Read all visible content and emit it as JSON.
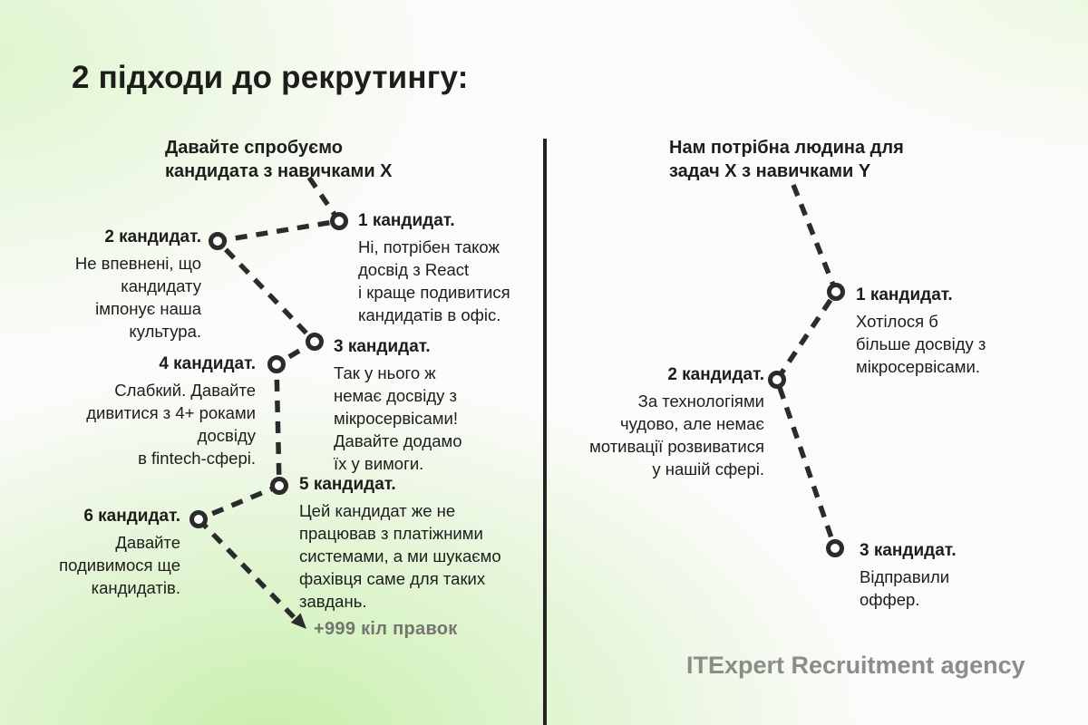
{
  "title": "2 підходи до рекрутингу:",
  "columns": {
    "left": {
      "heading": "Давайте спробуємо\nкандидата з навичками X",
      "steps": [
        {
          "label": "1 кандидат.",
          "text": "Ні, потрібен також\nдосвід з React\nі краще подивитися\nкандидатів в офіс."
        },
        {
          "label": "2 кандидат.",
          "text": "Не впевнені, що\nкандидату\nімпонує наша\nкультура."
        },
        {
          "label": "3 кандидат.",
          "text": "Так у нього ж\nнемає досвіду з\nмікросервісами!\nДавайте додамо\nїх у вимоги."
        },
        {
          "label": "4 кандидат.",
          "text": "Слабкий. Давайте\nдивитися з 4+ роками\nдосвіду\nв fintech-сфері."
        },
        {
          "label": "5 кандидат.",
          "text": "Цей кандидат же не\nпрацював з платіжними\nсистемами, а ми шукаємо\nфахівця саме для таких\nзавдань."
        },
        {
          "label": "6 кандидат.",
          "text": "Давайте\nподивимося ще\nкандидатів."
        }
      ],
      "outcome": "+999 кіл правок"
    },
    "right": {
      "heading": "Нам потрібна людина для\nзадач X з навичками Y",
      "steps": [
        {
          "label": "1 кандидат.",
          "text": "Хотілося б\nбільше досвіду з\nмікросервісами."
        },
        {
          "label": "2 кандидат.",
          "text": "За технологіями\nчудово, але немає\nмотивації розвиватися\nу нашій сфері."
        },
        {
          "label": "3 кандидат.",
          "text": "Відправили\nоффер."
        }
      ]
    }
  },
  "footer": "ITExpert Recruitment agency",
  "colors": {
    "text": "#1d1d1b",
    "path": "#2b2b2b",
    "outcome_muted": "#75756f",
    "footer_gray": "#8c8c8a",
    "background_green": "#aee97f"
  }
}
